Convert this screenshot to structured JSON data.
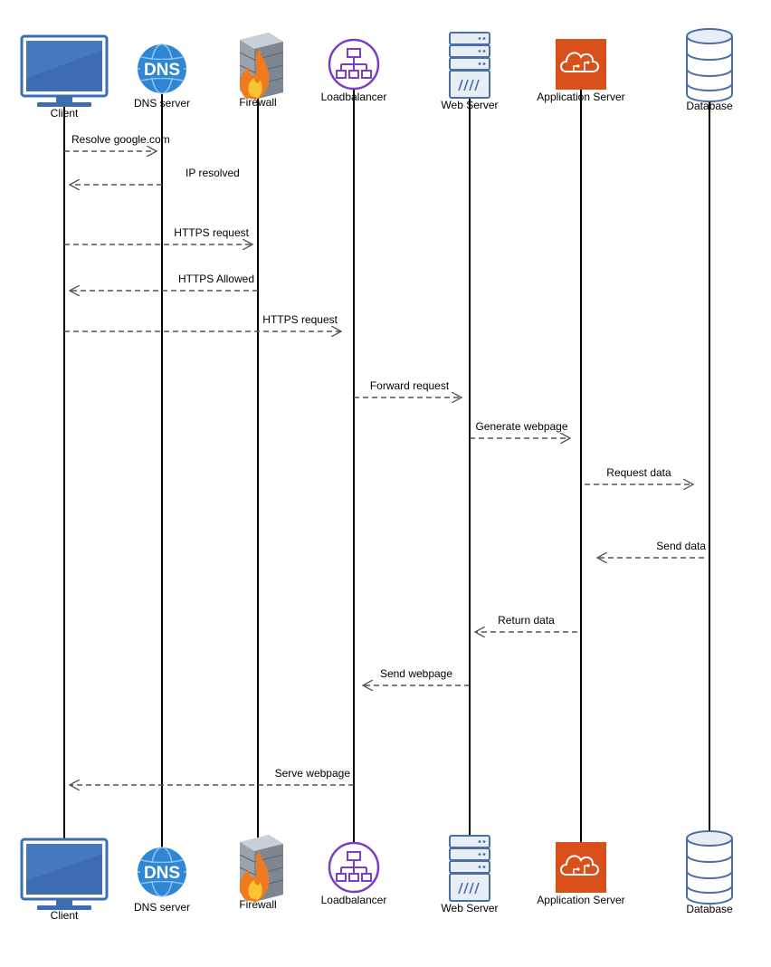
{
  "participants": [
    {
      "id": "client",
      "label": "Client",
      "icon": "monitor-icon"
    },
    {
      "id": "dns",
      "label": "DNS server",
      "icon": "dns-globe-icon",
      "icon_text": "DNS"
    },
    {
      "id": "firewall",
      "label": "Firewall",
      "icon": "brick-firewall-icon"
    },
    {
      "id": "loadbalancer",
      "label": "Loadbalancer",
      "icon": "network-hierarchy-icon"
    },
    {
      "id": "webserver",
      "label": "Web Server",
      "icon": "server-rack-icon"
    },
    {
      "id": "appserver",
      "label": "Application Server",
      "icon": "cloud-app-icon"
    },
    {
      "id": "database",
      "label": "Database",
      "icon": "database-cylinder-icon"
    }
  ],
  "messages": [
    {
      "label": "Resolve google.com",
      "from": "client",
      "to": "dns"
    },
    {
      "label": "IP resolved",
      "from": "dns",
      "to": "client"
    },
    {
      "label": "HTTPS request",
      "from": "client",
      "to": "firewall"
    },
    {
      "label": "HTTPS Allowed",
      "from": "firewall",
      "to": "client"
    },
    {
      "label": "HTTPS request",
      "from": "client",
      "to": "loadbalancer"
    },
    {
      "label": "Forward request",
      "from": "loadbalancer",
      "to": "webserver"
    },
    {
      "label": "Generate webpage",
      "from": "webserver",
      "to": "appserver"
    },
    {
      "label": "Request data",
      "from": "appserver",
      "to": "database"
    },
    {
      "label": "Send data",
      "from": "database",
      "to": "appserver"
    },
    {
      "label": "Return data",
      "from": "appserver",
      "to": "webserver"
    },
    {
      "label": "Send webpage",
      "from": "webserver",
      "to": "loadbalancer"
    },
    {
      "label": "Serve webpage",
      "from": "loadbalancer",
      "to": "client"
    }
  ],
  "colors": {
    "monitor": "#3b6db0",
    "dns": "#2f86d4",
    "firewall_fire": "#f07a1f",
    "loadbalancer": "#7b3fc4",
    "server": "#4a6fa5",
    "appserver": "#d9501a",
    "database": "#4a6fa5",
    "arrow": "#555555"
  }
}
